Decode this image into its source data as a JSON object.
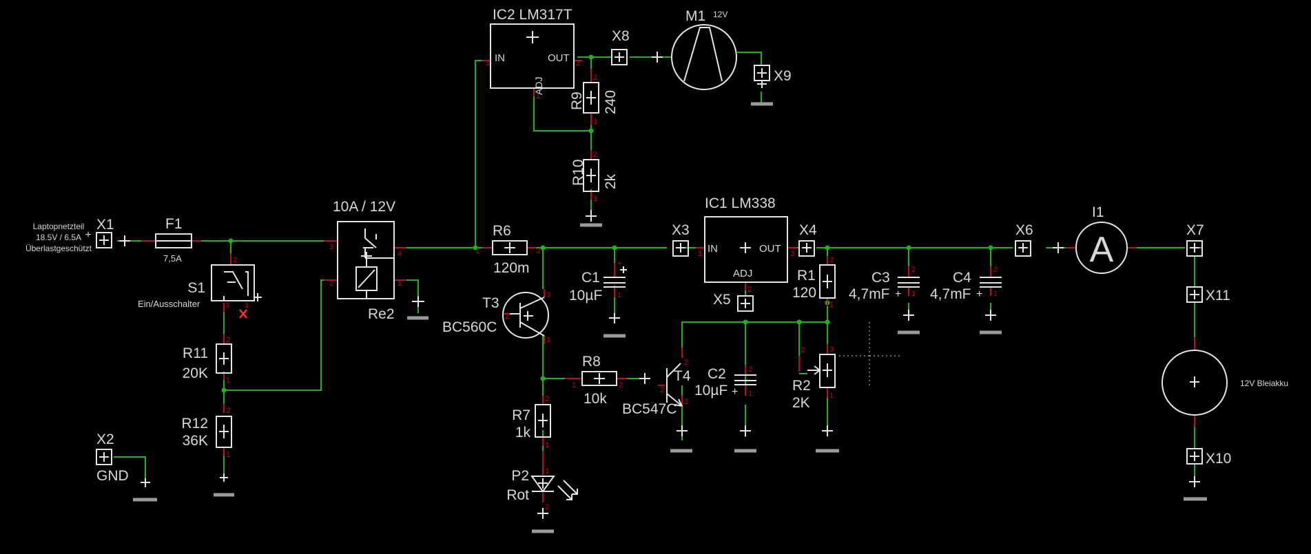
{
  "colors": {
    "background": "#000000",
    "wire": "#1fb31f",
    "symbol": "#e6e6e6",
    "pin": "#b5102a",
    "ground": "#9a9a9a",
    "text": "#d8d8d8"
  },
  "labels": {
    "netzteil_1": "Laptopnetzteil",
    "netzteil_2": "18.5V / 6.5A",
    "netzteil_3": "Überlastgeschützt",
    "x1": "X1",
    "f1": "F1",
    "f1_val": "7,5A",
    "s1": "S1",
    "s1_desc": "Ein/Ausschalter",
    "r11": "R11",
    "r11_val": "20K",
    "r12": "R12",
    "r12_val": "36K",
    "x2": "X2",
    "gnd": "GND",
    "re2_rating": "10A / 12V",
    "re2": "Re2",
    "ic2": "IC2 LM317T",
    "ic2_in": "IN",
    "ic2_out": "OUT",
    "ic2_adj": "ADJ",
    "x8": "X8",
    "m1": "M1",
    "m1_val": "12V",
    "x9": "X9",
    "r9": "R9",
    "r9_val": "240",
    "r10": "R10",
    "r10_val": "2k",
    "r6": "R6",
    "r6_val": "120m",
    "t3": "T3",
    "t3_val": "BC560C",
    "c1": "C1",
    "c1_val": "10µF",
    "x3": "X3",
    "ic1": "IC1 LM338",
    "ic1_in": "IN",
    "ic1_out": "OUT",
    "ic1_adj": "ADJ",
    "x4": "X4",
    "x5": "X5",
    "r1": "R1",
    "r1_val": "120",
    "c3": "C3",
    "c3_val": "4,7mF",
    "c4": "C4",
    "c4_val": "4,7mF",
    "x6": "X6",
    "i1": "I1",
    "i1_sym": "A",
    "x7": "X7",
    "x11": "X11",
    "x10": "X10",
    "battery": "12V Bleiakku",
    "r8": "R8",
    "r8_val": "10k",
    "t4": "T4",
    "t4_val": "BC547C",
    "c2": "C2",
    "c2_val": "10µF",
    "r2": "R2",
    "r2_val": "2K",
    "r7": "R7",
    "r7_val": "1k",
    "p2": "P2",
    "p2_val": "Rot"
  }
}
